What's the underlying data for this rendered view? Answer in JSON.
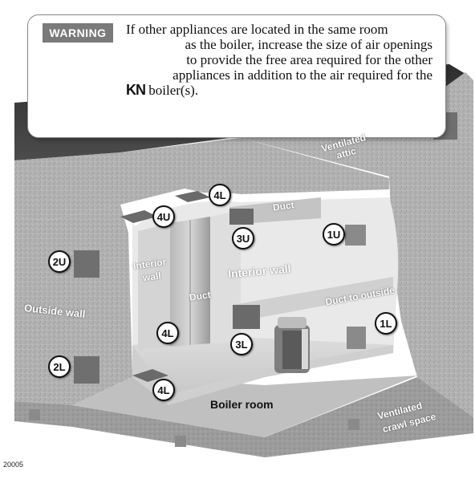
{
  "warning": {
    "badge": "WARNING",
    "line1": "If other appliances are located in the same room",
    "line2": "as the boiler, increase the size of air openings",
    "line3": "to provide the free area required for the other",
    "line4": "appliances in addition to the air required for the",
    "brand": "KN",
    "line5_suffix": "boiler(s)."
  },
  "labels": {
    "ventilated_attic": "Ventilated attic",
    "duct_top": "Duct",
    "interior_wall_left_1": "Interior",
    "interior_wall_left_2": "wall",
    "duct_vertical": "Duct",
    "interior_wall_center": "Interior wall",
    "duct_to_outside": "Duct to outside",
    "outside_wall": "Outside wall",
    "boiler_room": "Boiler room",
    "crawl_space_1": "Ventilated",
    "crawl_space_2": "crawl space"
  },
  "markers": {
    "m4L_top": "4L",
    "m4U": "4U",
    "m3U": "3U",
    "m1U": "1U",
    "m2U": "2U",
    "m4L_mid": "4L",
    "m3L": "3L",
    "m1L": "1L",
    "m2L": "2L",
    "m4L_floor": "4L"
  },
  "figure_number": "20005",
  "colors": {
    "roof": "#3e3e3e",
    "stone": "#b4b4b4",
    "stone_dark": "#8c8c8c",
    "interior": "#e8e8e8",
    "floor": "#d0d0d0",
    "duct": "#a8a8a8"
  }
}
